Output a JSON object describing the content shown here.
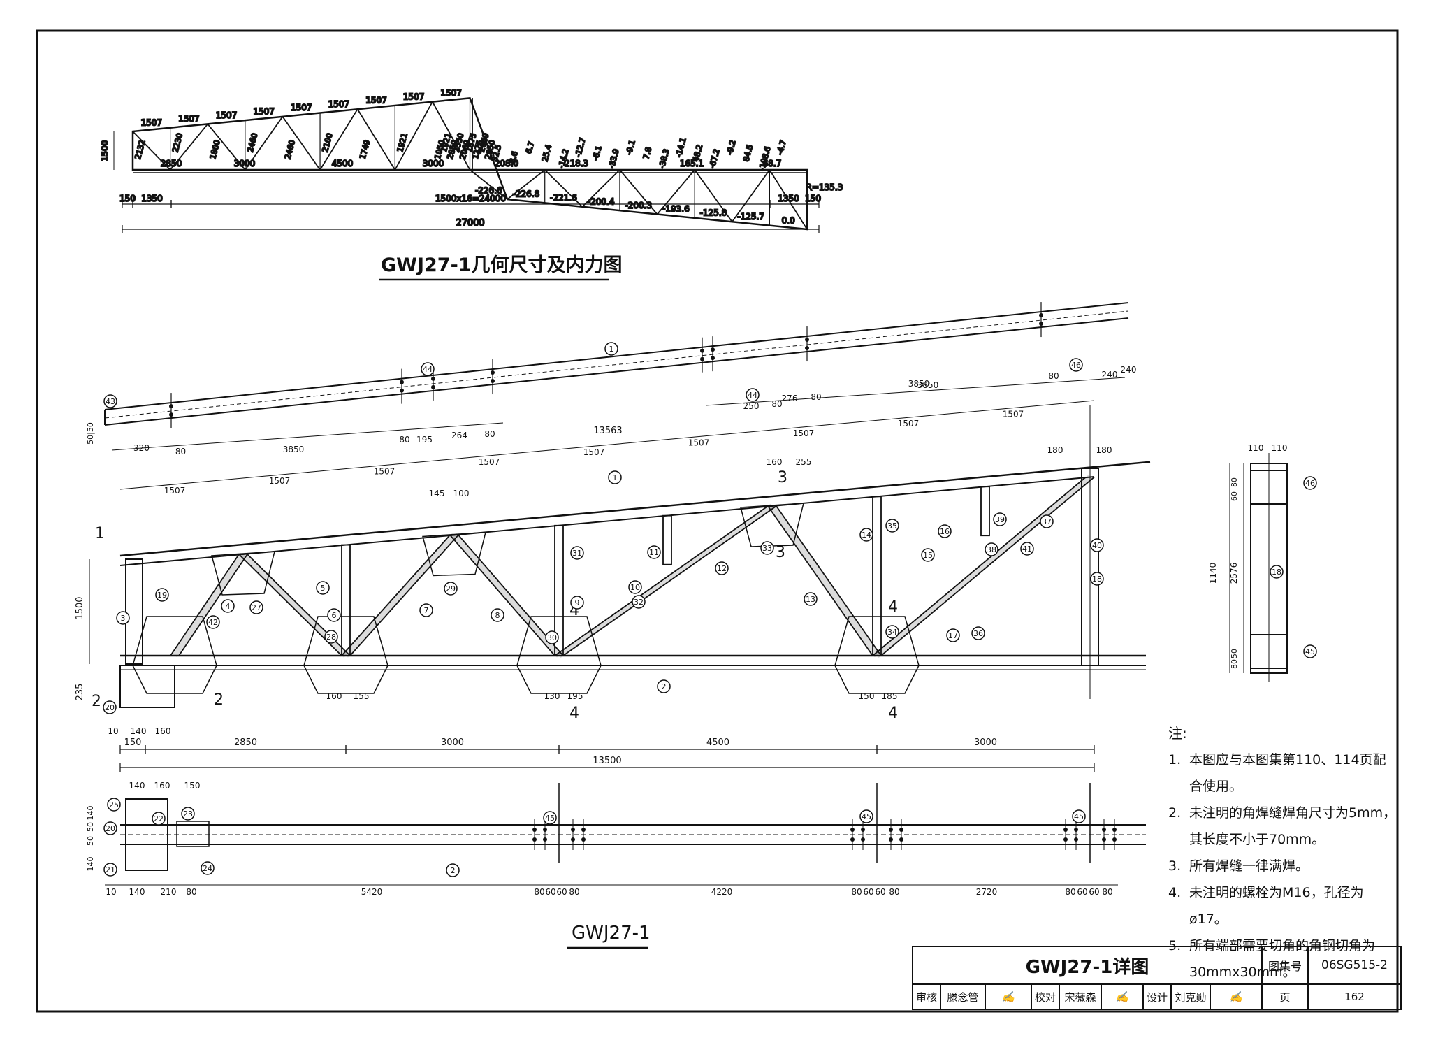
{
  "diagram_titles": {
    "force_diagram": "GWJ27-1几何尺寸及内力图",
    "truss_detail": "GWJ27-1"
  },
  "force_diagram": {
    "top_chord_lengths": [
      "1507",
      "1507",
      "1507",
      "1507",
      "1507",
      "1507",
      "1507",
      "1507",
      "1507"
    ],
    "top_chord_forces": [
      "-226.6",
      "-226.8",
      "-221.6",
      "-200.4",
      "-200.3",
      "-193.6",
      "-125.8",
      "-125.7",
      "0.0"
    ],
    "height": "1500",
    "bottom_labels_left": [
      "2850",
      "3000",
      "4500",
      "3000"
    ],
    "bottom_forces_right": [
      "208.0",
      "218.3",
      "165.1",
      "68.7"
    ],
    "web_lengths": [
      "2132",
      "2230",
      "1800",
      "2460",
      "2460",
      "2100",
      "1749",
      "1921",
      "1050",
      "1921",
      "2850",
      "2550",
      "2069",
      "1875",
      "1275",
      "2069",
      "2850"
    ],
    "web_forces": [
      "1.1",
      "32.5",
      "-8.6",
      "6.7",
      "25.4",
      "-14.2",
      "-12.7",
      "-6.1",
      "-33.9",
      "-9.1",
      "7.8",
      "-38.3",
      "-14.1",
      "48.2",
      "-67.2",
      "-9.2",
      "84.5",
      "-108.6",
      "-4.7"
    ],
    "reaction": "R=135.3",
    "span_dims": [
      "150",
      "1350",
      "1500x16=24000",
      "1350",
      "150"
    ],
    "total_span": "27000"
  },
  "top_chord": {
    "dims_left": [
      "320",
      "80",
      "3850",
      "80",
      "195",
      "264",
      "80"
    ],
    "dims_right": [
      "3850",
      "80",
      "250",
      "276",
      "80",
      "3850",
      "80",
      "240",
      "240"
    ],
    "end_dim": "50|50",
    "markers": [
      "1",
      "43",
      "44",
      "44",
      "46"
    ]
  },
  "elevation": {
    "panel_dims": [
      "1507",
      "1507",
      "1507",
      "1507",
      "1507",
      "1507",
      "1507",
      "1507",
      "1507"
    ],
    "overall_top": "13563",
    "height_labels": [
      "1500",
      "235"
    ],
    "bottom_dims": [
      "150",
      "2850",
      "3000",
      "4500",
      "3000"
    ],
    "left_dims": [
      "10",
      "140",
      "160"
    ],
    "total": "13500",
    "gusset_dims": [
      "160",
      "155",
      "130",
      "195",
      "150",
      "185",
      "145",
      "100",
      "160",
      "255",
      "180",
      "180"
    ],
    "section_marks": [
      "1",
      "2",
      "3",
      "4"
    ],
    "part_numbers": [
      "1",
      "2",
      "3",
      "4",
      "5",
      "6",
      "7",
      "8",
      "9",
      "10",
      "11",
      "12",
      "13",
      "14",
      "15",
      "16",
      "17",
      "18",
      "19",
      "20",
      "27",
      "28",
      "29",
      "30",
      "31",
      "32",
      "33",
      "34",
      "35",
      "36",
      "37",
      "38",
      "39",
      "40",
      "41",
      "42"
    ]
  },
  "side_view": {
    "dims": [
      "110",
      "110",
      "80",
      "60",
      "1140",
      "2576",
      "50",
      "80"
    ],
    "part_numbers": [
      "46",
      "18",
      "45"
    ]
  },
  "bottom_chord": {
    "left_dims": [
      "140",
      "160",
      "150"
    ],
    "left_vertical": [
      "140",
      "50",
      "50",
      "140"
    ],
    "dims": [
      "10",
      "140",
      "210",
      "80",
      "5420",
      "80",
      "60",
      "60",
      "80",
      "4220",
      "80",
      "60",
      "60",
      "80",
      "2720",
      "80",
      "60",
      "60",
      "80"
    ],
    "part_numbers": [
      "25",
      "20",
      "21",
      "22",
      "23",
      "24",
      "2",
      "45",
      "45",
      "45"
    ]
  },
  "notes": {
    "heading": "注:",
    "items": [
      {
        "num": "1.",
        "text": "本图应与本图集第110、114页配合使用。"
      },
      {
        "num": "2.",
        "text": "未注明的角焊缝焊角尺寸为5mm，其长度不小于70mm。"
      },
      {
        "num": "3.",
        "text": "所有焊缝一律满焊。"
      },
      {
        "num": "4.",
        "text": "未注明的螺栓为M16，孔径为ø17。"
      },
      {
        "num": "5.",
        "text": "所有端部需要切角的角钢切角为30mmx30mm。"
      }
    ]
  },
  "title_block": {
    "title": "GWJ27-1详图",
    "atlas_label": "图集号",
    "atlas_number": "06SG515-2",
    "review_label": "审核",
    "reviewer": "滕念管",
    "check_label": "校对",
    "checker": "宋薇森",
    "design_label": "设计",
    "designer": "刘克勋",
    "page_label": "页",
    "page_number": "162"
  }
}
